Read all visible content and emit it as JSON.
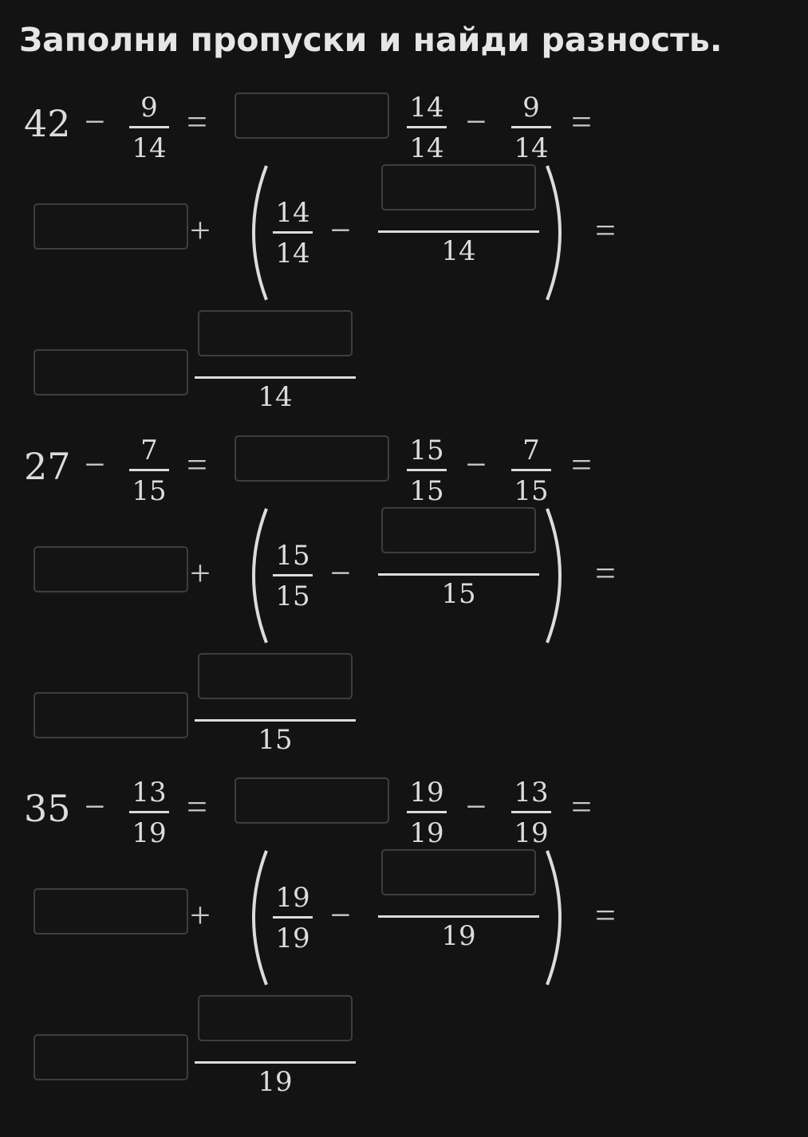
{
  "title": "Заполни пропуски и найди разность.",
  "problems": [
    {
      "whole": "42",
      "sub_num": "9",
      "den": "14",
      "minus": "−",
      "equals": "=",
      "plus": "+",
      "whole_num": "14",
      "blanks": [
        "",
        "",
        "",
        "",
        ""
      ]
    },
    {
      "whole": "27",
      "sub_num": "7",
      "den": "15",
      "minus": "−",
      "equals": "=",
      "plus": "+",
      "whole_num": "15",
      "blanks": [
        "",
        "",
        "",
        "",
        ""
      ]
    },
    {
      "whole": "35",
      "sub_num": "13",
      "den": "19",
      "minus": "−",
      "equals": "=",
      "plus": "+",
      "whole_num": "19",
      "blanks": [
        "",
        "",
        "",
        "",
        ""
      ]
    }
  ]
}
